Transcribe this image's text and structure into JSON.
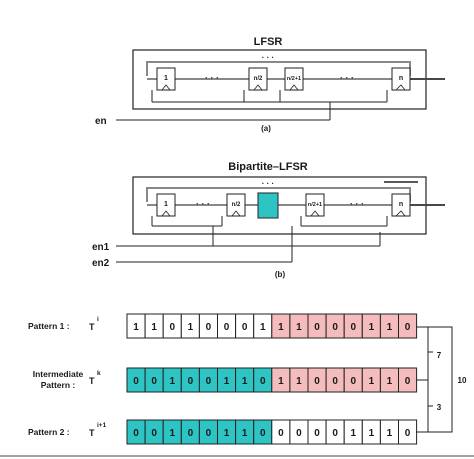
{
  "colors": {
    "teal": "#2ec4c4",
    "pink": "#f4bcbc",
    "stroke": "#222222",
    "grey": "#888888"
  },
  "top": {
    "title": "LFSR",
    "cells": [
      "1",
      "n/2",
      "n/2+1",
      "n"
    ],
    "dots": "· · ·",
    "mid_dots": "· · ·",
    "enable": "en",
    "caption": "(a)"
  },
  "middle": {
    "title": "Bipartite–LFSR",
    "cells": [
      "1",
      "n/2",
      "n/2+1",
      "n"
    ],
    "dots": "· · ·",
    "mid_dots": "· · ·",
    "enable1": "en1",
    "enable2": "en2",
    "caption": "(b)"
  },
  "patterns": [
    {
      "label1": "Pattern 1 :",
      "label2": "",
      "sym": "T",
      "sup": "i",
      "bits": [
        "1",
        "1",
        "0",
        "1",
        "0",
        "0",
        "0",
        "1",
        "1",
        "1",
        "0",
        "0",
        "0",
        "1",
        "1",
        "0"
      ],
      "fills": [
        "w",
        "w",
        "w",
        "w",
        "w",
        "w",
        "w",
        "w",
        "p",
        "p",
        "p",
        "p",
        "p",
        "p",
        "p",
        "p"
      ]
    },
    {
      "label1": "Intermediate",
      "label2": "Pattern :",
      "sym": "T",
      "sup": "k",
      "bits": [
        "0",
        "0",
        "1",
        "0",
        "0",
        "1",
        "1",
        "0",
        "1",
        "1",
        "0",
        "0",
        "0",
        "1",
        "1",
        "0"
      ],
      "fills": [
        "t",
        "t",
        "t",
        "t",
        "t",
        "t",
        "t",
        "t",
        "p",
        "p",
        "p",
        "p",
        "p",
        "p",
        "p",
        "p"
      ]
    },
    {
      "label1": "Pattern 2 :",
      "label2": "",
      "sym": "T",
      "sup": "i+1",
      "bits": [
        "0",
        "0",
        "1",
        "0",
        "0",
        "1",
        "1",
        "0",
        "0",
        "0",
        "0",
        "0",
        "1",
        "1",
        "1",
        "0"
      ],
      "fills": [
        "t",
        "t",
        "t",
        "t",
        "t",
        "t",
        "t",
        "t",
        "w",
        "w",
        "w",
        "w",
        "w",
        "w",
        "w",
        "w"
      ]
    }
  ],
  "distances": {
    "d1": "7",
    "d2": "3",
    "total": "10"
  }
}
